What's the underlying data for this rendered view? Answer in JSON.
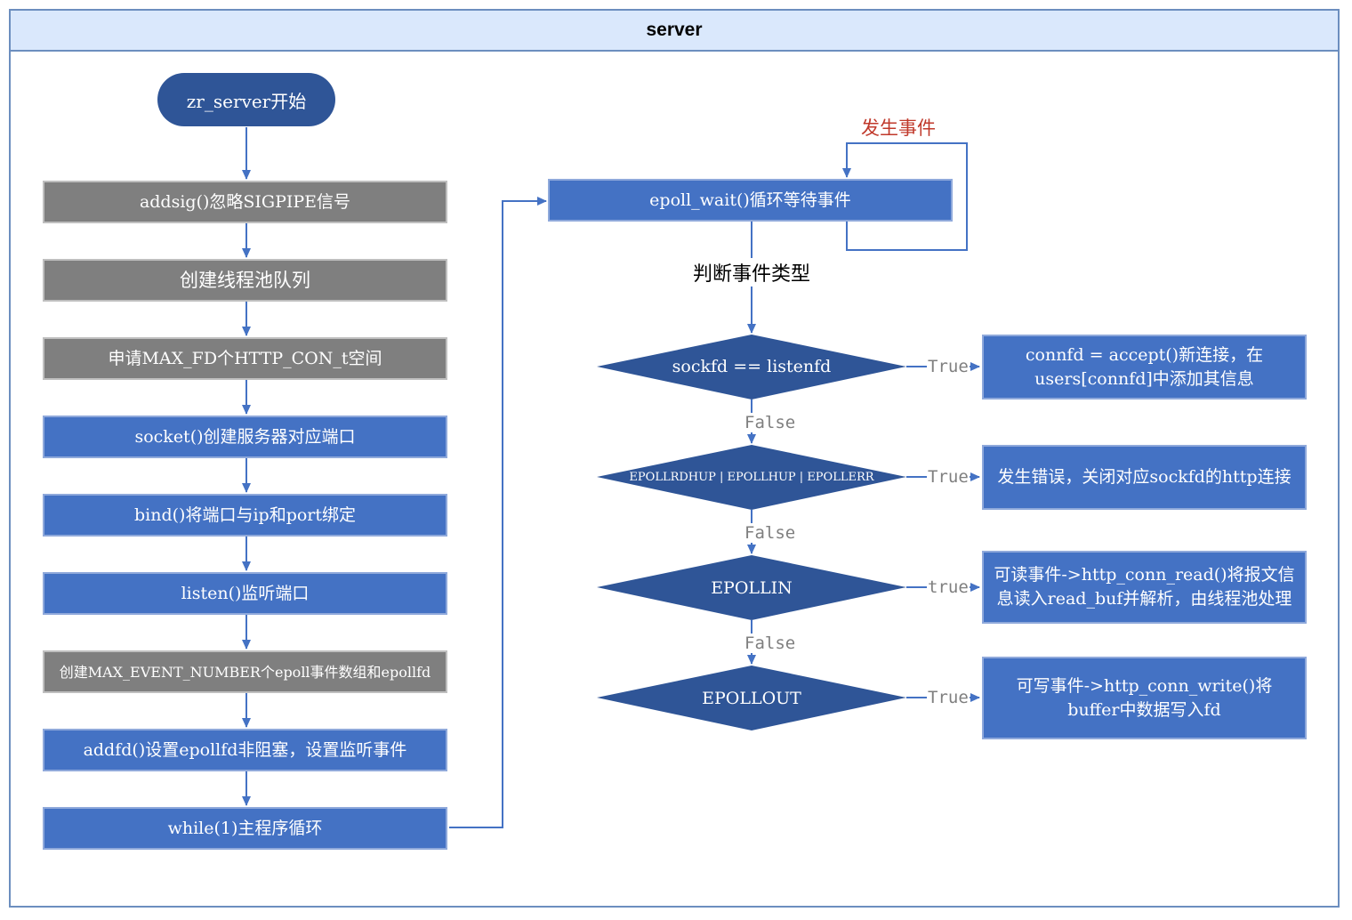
{
  "title": "server",
  "start": "zr_server开始",
  "left_steps": [
    "addsig()忽略SIGPIPE信号",
    "创建线程池队列",
    "申请MAX_FD个HTTP_CON_t空间",
    "socket()创建服务器对应端口",
    "bind()将端口与ip和port绑定",
    "listen()监听端口",
    "创建MAX_EVENT_NUMBER个epoll事件数组和epollfd",
    "addfd()设置epollfd非阻塞，设置监听事件",
    "while(1)主程序循环"
  ],
  "epoll_wait": "epoll_wait()循环等待事件",
  "loop_label": "发生事件",
  "judge_label": "判断事件类型",
  "decisions": [
    "sockfd == listenfd",
    "EPOLLRDHUP | EPOLLHUP | EPOLLERR",
    "EPOLLIN",
    "EPOLLOUT"
  ],
  "false_labels": [
    "False",
    "False",
    "False"
  ],
  "true_labels": [
    "True",
    "True",
    "true",
    "True"
  ],
  "outcomes": [
    "connfd = accept()新连接，在users[connfd]中添加其信息",
    "发生错误，关闭对应sockfd的http连接",
    "可读事件->http_conn_read()将报文信息读入read_buf并解析，由线程池处理",
    "可写事件->http_conn_write()将buffer中数据写入fd"
  ],
  "colors": {
    "header_fill": "#dae8fc",
    "frame_stroke": "#6c8ebf",
    "gray_box": "#7f7f7f",
    "blue_box": "#4472c4",
    "diamond": "#2f5597",
    "start": "#2f5597",
    "loop_label": "#c0392b",
    "arrow": "#4472c4"
  }
}
